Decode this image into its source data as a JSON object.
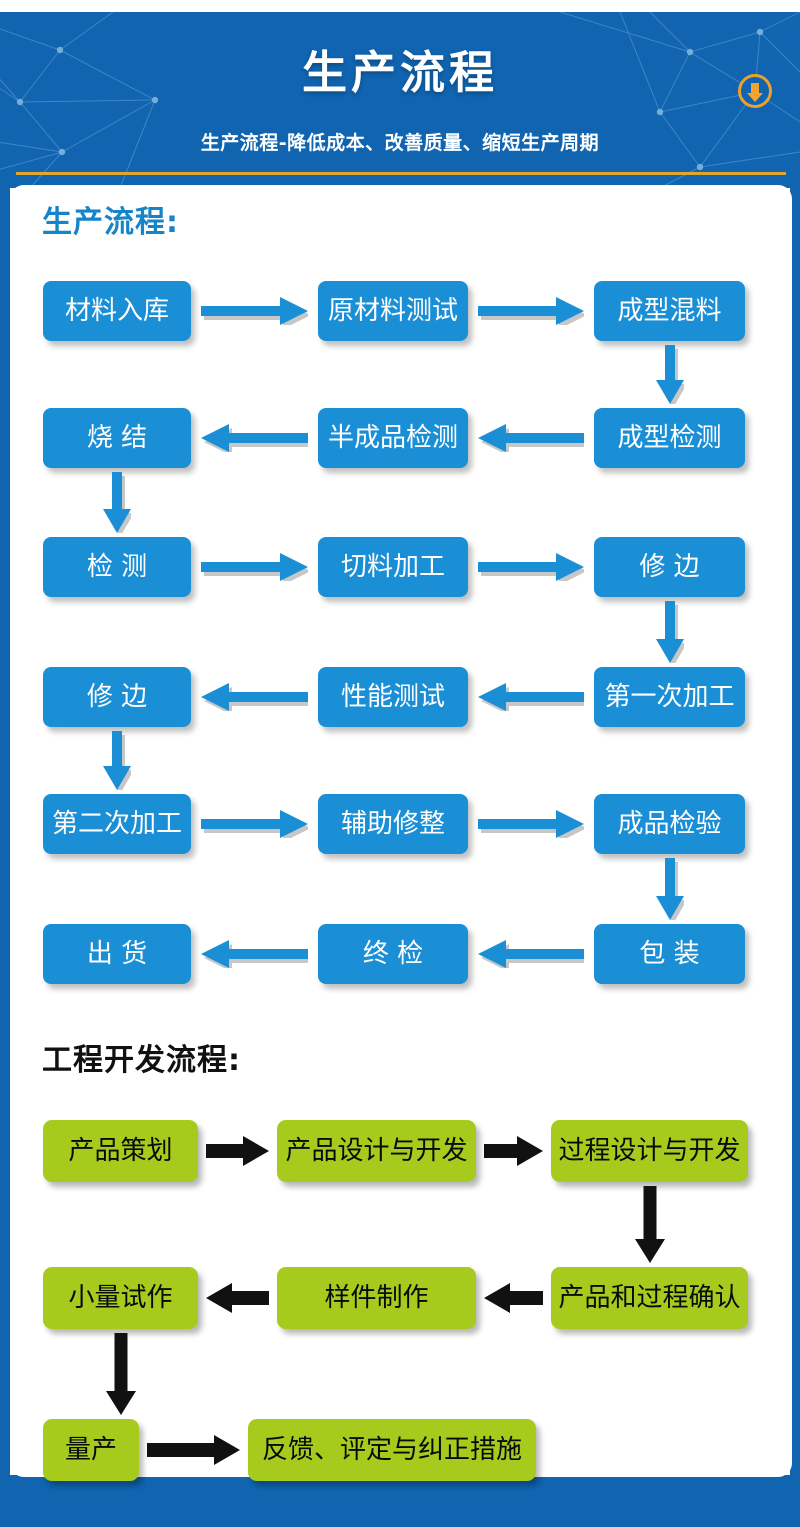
{
  "header": {
    "title": "生产流程",
    "subtitle": "生产流程-降低成本、改善质量、缩短生产周期",
    "download_icon": "download-circle-icon",
    "bg_color": "#1064b0",
    "accent_line_color": "#e0a62e",
    "badge_color": "#eda12c"
  },
  "sections": [
    {
      "id": "production",
      "heading": "生产流程:",
      "heading_color": "#1584c9",
      "node_color": "#1b8fd6",
      "node_text_color": "#ffffff",
      "arrow_color": "#1b8fd6",
      "nodes": [
        {
          "id": "n1",
          "label": "材料入库",
          "row": 0,
          "col": 0
        },
        {
          "id": "n2",
          "label": "原材料测试",
          "row": 0,
          "col": 1
        },
        {
          "id": "n3",
          "label": "成型混料",
          "row": 0,
          "col": 2
        },
        {
          "id": "n4",
          "label": "成型检测",
          "row": 1,
          "col": 2
        },
        {
          "id": "n5",
          "label": "半成品检测",
          "row": 1,
          "col": 1
        },
        {
          "id": "n6",
          "label": "烧 结",
          "row": 1,
          "col": 0
        },
        {
          "id": "n7",
          "label": "检 测",
          "row": 2,
          "col": 0
        },
        {
          "id": "n8",
          "label": "切料加工",
          "row": 2,
          "col": 1
        },
        {
          "id": "n9",
          "label": "修 边",
          "row": 2,
          "col": 2
        },
        {
          "id": "n10",
          "label": "第一次加工",
          "row": 3,
          "col": 2
        },
        {
          "id": "n11",
          "label": "性能测试",
          "row": 3,
          "col": 1
        },
        {
          "id": "n12",
          "label": "修 边",
          "row": 3,
          "col": 0
        },
        {
          "id": "n13",
          "label": "第二次加工",
          "row": 4,
          "col": 0
        },
        {
          "id": "n14",
          "label": "辅助修整",
          "row": 4,
          "col": 1
        },
        {
          "id": "n15",
          "label": "成品检验",
          "row": 4,
          "col": 2
        },
        {
          "id": "n16",
          "label": "包 装",
          "row": 5,
          "col": 2
        },
        {
          "id": "n17",
          "label": "终 检",
          "row": 5,
          "col": 1
        },
        {
          "id": "n18",
          "label": "出 货",
          "row": 5,
          "col": 0
        }
      ],
      "connections": [
        {
          "from": "n1",
          "to": "n2",
          "dir": "right"
        },
        {
          "from": "n2",
          "to": "n3",
          "dir": "right"
        },
        {
          "from": "n3",
          "to": "n4",
          "dir": "down"
        },
        {
          "from": "n4",
          "to": "n5",
          "dir": "left"
        },
        {
          "from": "n5",
          "to": "n6",
          "dir": "left"
        },
        {
          "from": "n6",
          "to": "n7",
          "dir": "down"
        },
        {
          "from": "n7",
          "to": "n8",
          "dir": "right"
        },
        {
          "from": "n8",
          "to": "n9",
          "dir": "right"
        },
        {
          "from": "n9",
          "to": "n10",
          "dir": "down"
        },
        {
          "from": "n10",
          "to": "n11",
          "dir": "left"
        },
        {
          "from": "n11",
          "to": "n12",
          "dir": "left"
        },
        {
          "from": "n12",
          "to": "n13",
          "dir": "down"
        },
        {
          "from": "n13",
          "to": "n14",
          "dir": "right"
        },
        {
          "from": "n14",
          "to": "n15",
          "dir": "right"
        },
        {
          "from": "n15",
          "to": "n16",
          "dir": "down"
        },
        {
          "from": "n16",
          "to": "n17",
          "dir": "left"
        },
        {
          "from": "n17",
          "to": "n18",
          "dir": "left"
        }
      ]
    },
    {
      "id": "engineering",
      "heading": "工程开发流程:",
      "heading_color": "#111111",
      "node_color": "#a6cb1d",
      "node_text_color": "#0a0a0a",
      "arrow_color": "#111111",
      "nodes": [
        {
          "id": "g1",
          "label": "产品策划",
          "row": 0,
          "col": 0
        },
        {
          "id": "g2",
          "label": "产品设计与开发",
          "row": 0,
          "col": 1
        },
        {
          "id": "g3",
          "label": "过程设计与开发",
          "row": 0,
          "col": 2
        },
        {
          "id": "g4",
          "label": "产品和过程确认",
          "row": 1,
          "col": 2
        },
        {
          "id": "g5",
          "label": "样件制作",
          "row": 1,
          "col": 1
        },
        {
          "id": "g6",
          "label": "小量试作",
          "row": 1,
          "col": 0
        },
        {
          "id": "g7",
          "label": "量产",
          "row": 2,
          "col": 0
        },
        {
          "id": "g8",
          "label": "反馈、评定与纠正措施",
          "row": 2,
          "col": 1
        }
      ],
      "connections": [
        {
          "from": "g1",
          "to": "g2",
          "dir": "right"
        },
        {
          "from": "g2",
          "to": "g3",
          "dir": "right"
        },
        {
          "from": "g3",
          "to": "g4",
          "dir": "down"
        },
        {
          "from": "g4",
          "to": "g5",
          "dir": "left"
        },
        {
          "from": "g5",
          "to": "g6",
          "dir": "left"
        },
        {
          "from": "g6",
          "to": "g7",
          "dir": "down"
        },
        {
          "from": "g7",
          "to": "g8",
          "dir": "right"
        }
      ]
    }
  ]
}
